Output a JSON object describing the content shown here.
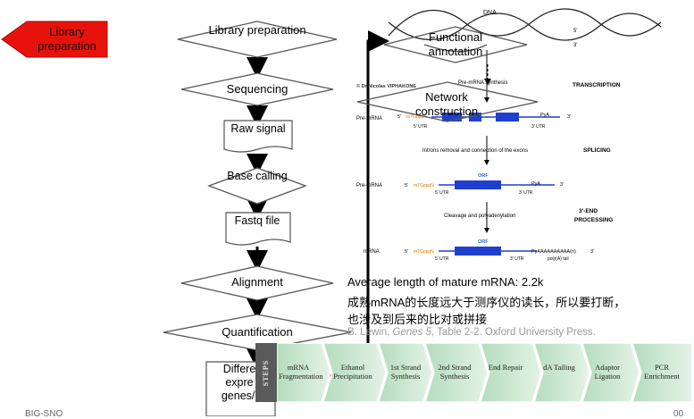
{
  "flow": {
    "red_box": "Library preparation",
    "library_preparation": "Library preparation",
    "sequencing": "Sequencing",
    "raw_signal": "Raw signal",
    "base_calling": "Base calling",
    "fastq_file": "Fastq file",
    "alignment": "Alignment",
    "quantification": "Quantification",
    "differential": "Differe expre genes/i",
    "functional_annotation": "Functional annotation",
    "network_construction": "Network construction"
  },
  "mrna_diagram": {
    "dna": "DNA",
    "credit": "© Dr Nicolas VIPHAKONE",
    "pre_mrna_synthesis": "Pre-mRNA synthesis",
    "transcription": "TRANSCRIPTION",
    "pre_mrna_1": "Pre-mRNA",
    "pre_mrna_2": "Pre-mRNA",
    "mrna": "mRNA",
    "cap": "m7GpppN",
    "utr5": "5' UTR",
    "utr3": "3' UTR",
    "pya": "PyA",
    "orf": "ORF",
    "introns_removal": "Introns removal and connection of the exons",
    "splicing": "SPLICING",
    "cleavage": "Cleavage and polyadenylation",
    "end_processing_1": "3'-END",
    "end_processing_2": "PROCESSING",
    "poly_a_seq": "PyAAAAAAAAAA(n)",
    "poly_a_tail": "poly(A) tail",
    "five_prime": "5'",
    "three_prime": "3'"
  },
  "notes": {
    "avg_length": "Average length of mature mRNA: 2.2k",
    "chinese_line1": "成熟mRNA的长度远大于测序仪的读长，所以要打断，",
    "chinese_line2": "也涉及到后来的比对或拼接",
    "citation_prefix": "B. Lewin, ",
    "citation_italic": "Genes 5",
    "citation_suffix": ", Table 2-2. Oxford University Press."
  },
  "steps_bar": {
    "label": "STEPS",
    "steps": [
      "mRNA Fragmentation",
      "Ethanol Precipitation",
      "1st Strand Synthesis",
      "2nd Strand Synthesis",
      "End Repair",
      "dA Tailing",
      "Adaptor Ligation",
      "PCR Enrichment"
    ]
  },
  "footer": {
    "left": "BIG-SNO",
    "right": "00"
  },
  "colors": {
    "red_box": "#e8120c",
    "gene_blue": "#1f3fd0",
    "cap_orange": "#e07a10",
    "orf_blue": "#2a6fd6",
    "steps_green": "#c9e8cf",
    "steps_dark": "#5a5a5a"
  }
}
